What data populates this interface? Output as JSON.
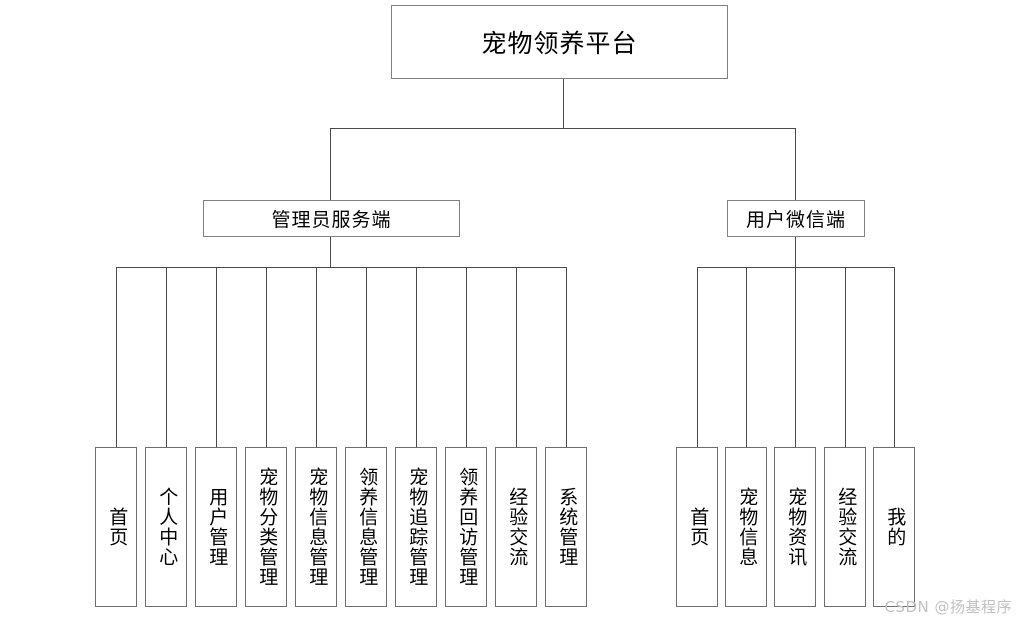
{
  "diagram": {
    "type": "organization-tree",
    "root": {
      "label": "宠物领养平台"
    },
    "branches": [
      {
        "label": "管理员服务端",
        "children": [
          {
            "label": "首页"
          },
          {
            "label": "个人中心"
          },
          {
            "label": "用户管理"
          },
          {
            "label": "宠物分类管理"
          },
          {
            "label": "宠物信息管理"
          },
          {
            "label": "领养信息管理"
          },
          {
            "label": "宠物追踪管理"
          },
          {
            "label": "领养回访管理"
          },
          {
            "label": "经验交流"
          },
          {
            "label": "系统管理"
          }
        ]
      },
      {
        "label": "用户微信端",
        "children": [
          {
            "label": "首页"
          },
          {
            "label": "宠物信息"
          },
          {
            "label": "宠物资讯"
          },
          {
            "label": "经验交流"
          },
          {
            "label": "我的"
          }
        ]
      }
    ]
  },
  "watermark": {
    "text": "CSDN @扬基程序"
  },
  "colors": {
    "box_border": "#808080",
    "line": "#4a4a4a",
    "text": "#000000",
    "background": "#ffffff",
    "watermark": "#c2c2c2"
  }
}
